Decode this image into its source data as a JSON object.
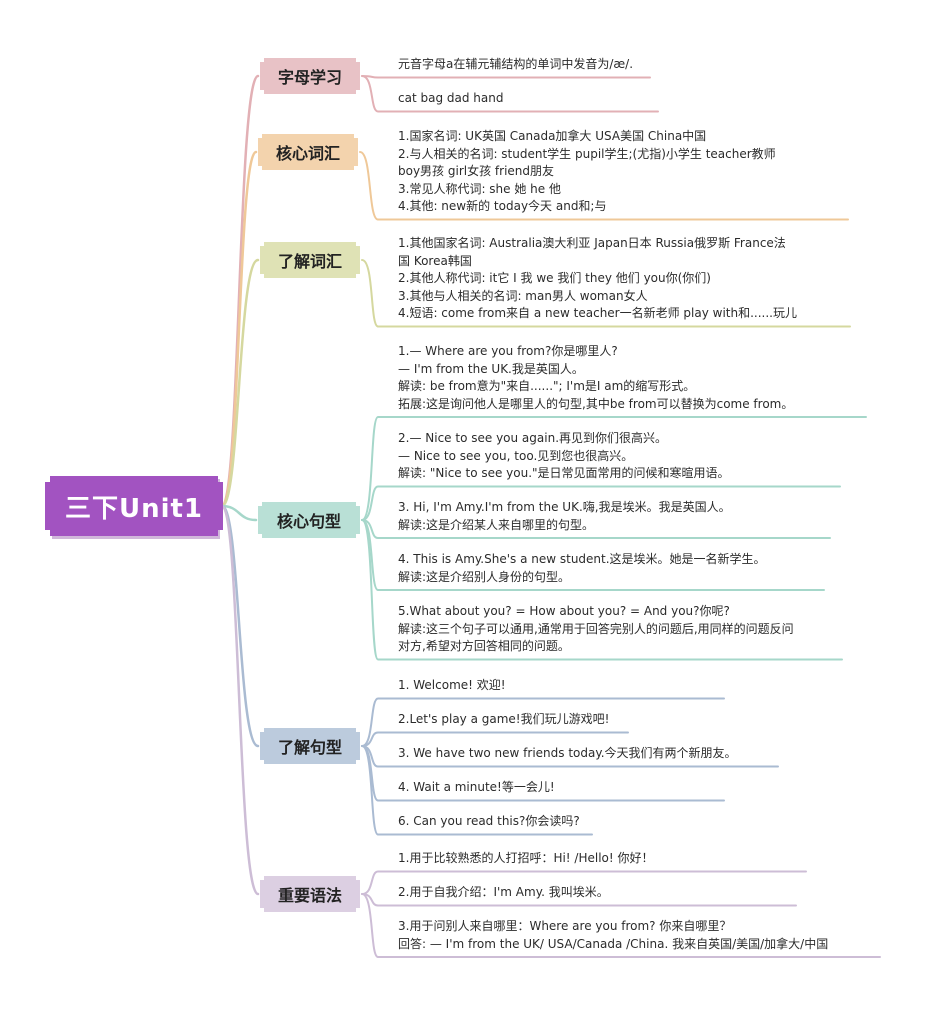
{
  "root": {
    "label": "三下Unit1"
  },
  "branches": [
    {
      "label": "字母学习",
      "color": "#e8c2c6",
      "line": "#e2b0b5",
      "items": [
        {
          "lines": [
            "元音字母a在辅元辅结构的单词中发音为/æ/."
          ]
        },
        {
          "lines": [
            "cat  bag  dad   hand"
          ]
        }
      ]
    },
    {
      "label": "核心词汇",
      "color": "#f3d3ad",
      "line": "#efc898",
      "items": [
        {
          "lines": [
            "1.国家名词: UK英国    Canada加拿大    USA美国    China中国",
            "2.与人相关的名词: student学生    pupil学生;(尤指)小学生    teacher教师",
            "boy男孩    girl女孩    friend朋友",
            "3.常见人称代词: she 她    he 他",
            "4.其他: new新的    today今天    and和;与"
          ]
        }
      ]
    },
    {
      "label": "了解词汇",
      "color": "#dfe2b5",
      "line": "#d5d89f",
      "items": [
        {
          "lines": [
            "1.其他国家名词: Australia澳大利亚    Japan日本    Russia俄罗斯    France法",
            "国    Korea韩国",
            "2.其他人称代词: it它    I 我    we 我们    they 他们    you你(你们)",
            "3.其他与人相关的名词: man男人    woman女人",
            "4.短语: come from来自    a new teacher一名新老师    play with和......玩儿"
          ]
        }
      ]
    },
    {
      "label": "核心句型",
      "color": "#b9e0d6",
      "line": "#a6d7ca",
      "items": [
        {
          "lines": [
            "1.— Where are you from?你是哪里人?",
            "— I'm from the UK.我是英国人。",
            "解读: be from意为\"来自......\"; I'm是I am的缩写形式。",
            "拓展:这是询问他人是哪里人的句型,其中be from可以替换为come from。"
          ]
        },
        {
          "lines": [
            "2.— Nice to see you again.再见到你们很高兴。",
            "— Nice to see you, too.见到您也很高兴。",
            "解读: \"Nice to see you.\"是日常见面常用的问候和寒暄用语。"
          ]
        },
        {
          "lines": [
            "3. Hi, I'm Amy.I'm from the UK.嗨,我是埃米。我是英国人。",
            "解读:这是介绍某人来自哪里的句型。"
          ]
        },
        {
          "lines": [
            "4. This is Amy.She's a new student.这是埃米。她是一名新学生。",
            "解读:这是介绍别人身份的句型。"
          ]
        },
        {
          "lines": [
            "5.What about you? = How about you? = And you?你呢?",
            "解读:这三个句子可以通用,通常用于回答完别人的问题后,用同样的问题反问",
            "对方,希望对方回答相同的问题。"
          ]
        }
      ]
    },
    {
      "label": "了解句型",
      "color": "#bccbdd",
      "line": "#aabbd2",
      "items": [
        {
          "lines": [
            "1. Welcome! 欢迎!"
          ]
        },
        {
          "lines": [
            "2.Let's play a game!我们玩儿游戏吧!"
          ]
        },
        {
          "lines": [
            "3. We have two new friends today.今天我们有两个新朋友。"
          ]
        },
        {
          "lines": [
            "4. Wait a minute!等一会儿!"
          ]
        },
        {
          "lines": [
            "6. Can you read this?你会读吗?"
          ]
        }
      ]
    },
    {
      "label": "重要语法",
      "color": "#dccfe2",
      "line": "#cdbdd6",
      "items": [
        {
          "lines": [
            "1.用于比较熟悉的人打招呼：Hi! /Hello! 你好！"
          ]
        },
        {
          "lines": [
            "2.用于自我介绍：I'm Amy. 我叫埃米。"
          ]
        },
        {
          "lines": [
            "3.用于问别人来自哪里：Where are you from? 你来自哪里？",
            "回答: — I'm from the UK/ USA/Canada /China. 我来自英国/美国/加拿大/中国"
          ]
        }
      ]
    }
  ]
}
